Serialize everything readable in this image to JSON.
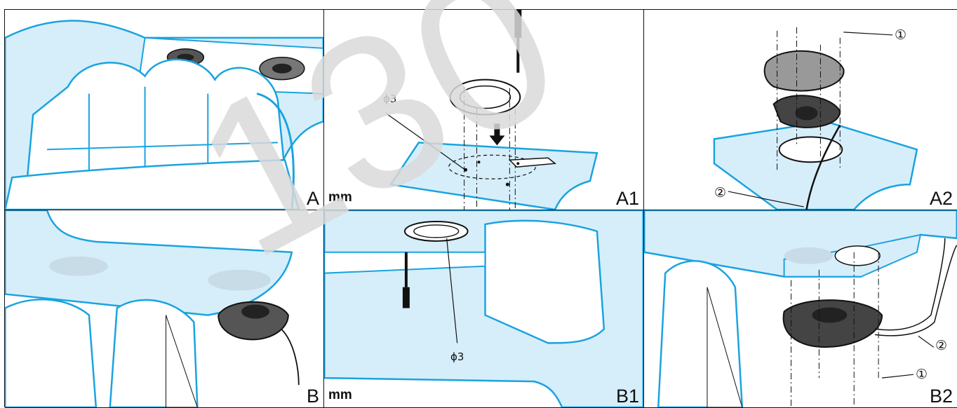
{
  "panels": [
    {
      "id": "A",
      "label": "A"
    },
    {
      "id": "A1",
      "label": "A1",
      "unit": "mm",
      "hole": "ϕ3"
    },
    {
      "id": "A2",
      "label": "A2",
      "callouts": [
        "①",
        "②"
      ]
    },
    {
      "id": "B",
      "label": "B"
    },
    {
      "id": "B1",
      "label": "B1",
      "unit": "mm",
      "hole": "ϕ3"
    },
    {
      "id": "B2",
      "label": "B2",
      "callouts": [
        "②",
        "①"
      ]
    }
  ],
  "watermark": {
    "text": "130",
    "color": "#d9d9d9"
  },
  "colors": {
    "blue": "#1aa3e0",
    "lightblue": "#d6eefa",
    "line": "#111111"
  }
}
